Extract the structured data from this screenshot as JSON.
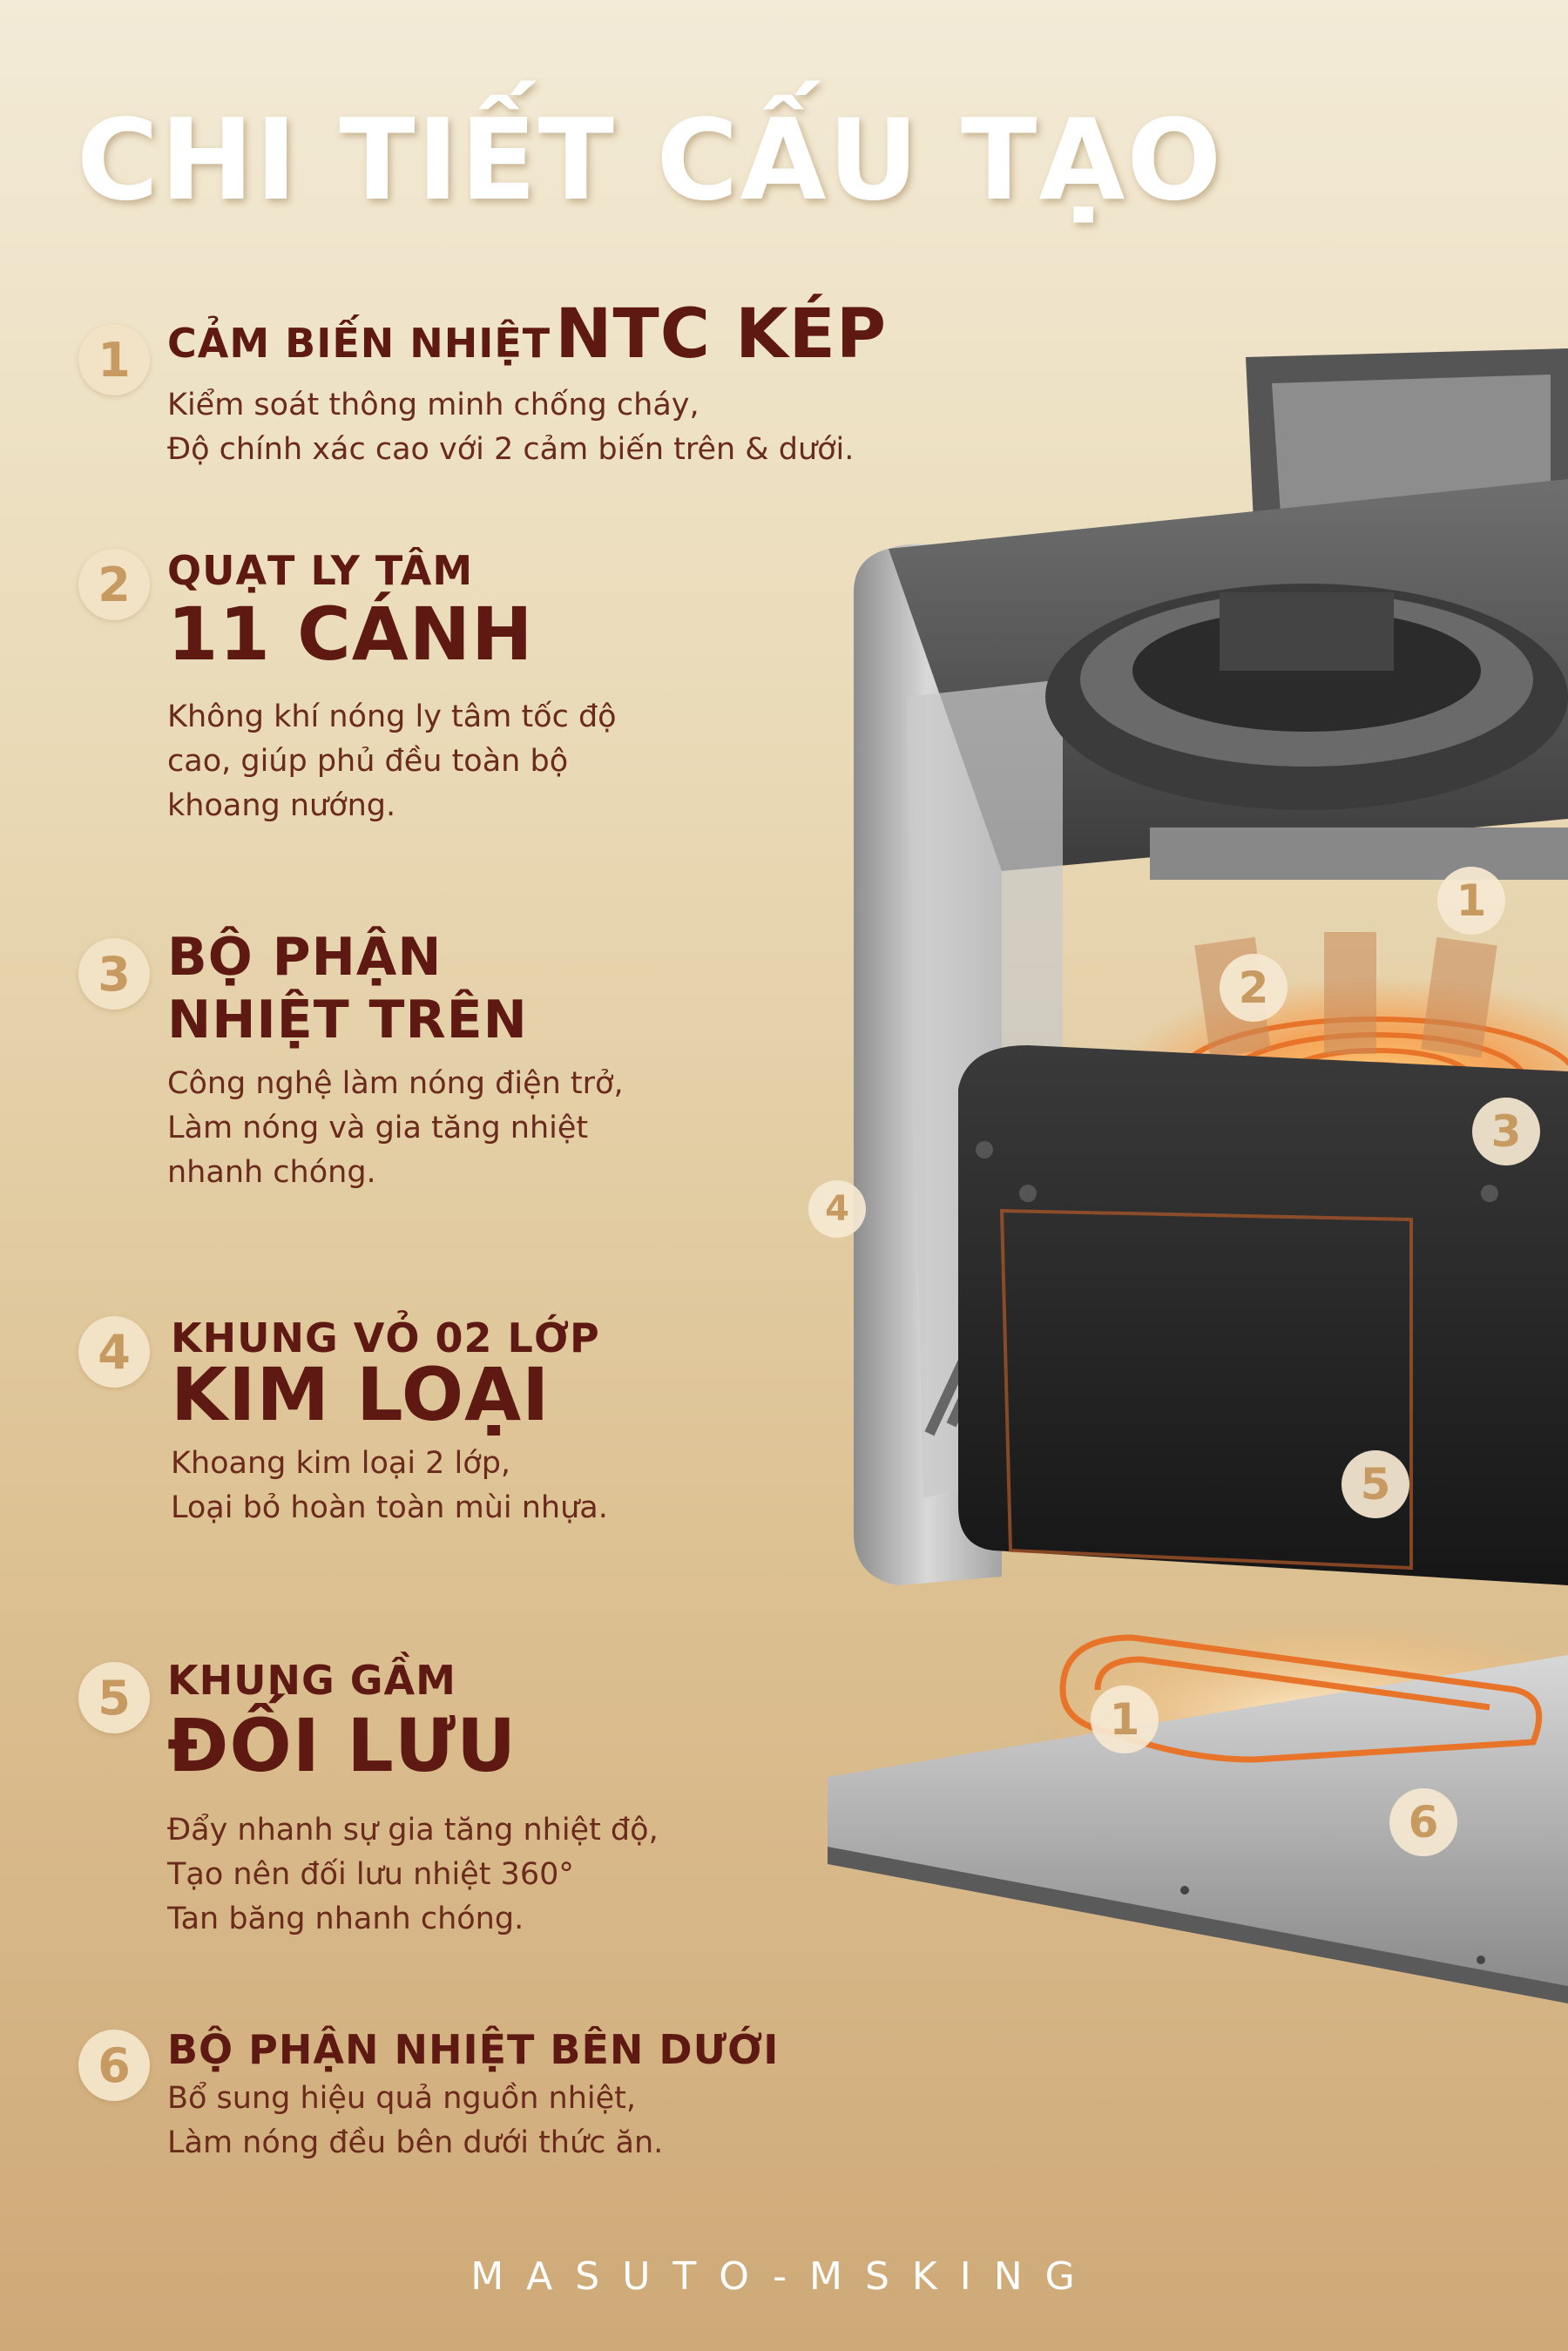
{
  "title": "CHI TIẾT CẤU TẠO",
  "features": [
    {
      "number": "1",
      "label_small": "CẢM BIẾN NHIỆT",
      "label_big": "NTC KÉP",
      "desc": [
        "Kiểm soát thông minh chống cháy,",
        "Độ chính xác cao với 2 cảm biến trên & dưới."
      ]
    },
    {
      "number": "2",
      "label_small": "QUẠT LY TÂM",
      "label_big": "11 CÁNH",
      "desc": [
        "Không khí nóng ly tâm tốc độ",
        "cao, giúp phủ đều toàn bộ",
        "khoang nướng."
      ]
    },
    {
      "number": "3",
      "label_line1": "BỘ PHẬN",
      "label_line2": "NHIỆT TRÊN",
      "desc": [
        "Công nghệ làm nóng điện trở,",
        "Làm nóng và gia tăng nhiệt",
        "nhanh chóng."
      ]
    },
    {
      "number": "4",
      "label_small": "KHUNG VỎ 02 LỚP",
      "label_big": "KIM LOẠI",
      "desc": [
        "Khoang kim loại 2 lớp,",
        "Loại bỏ hoàn toàn mùi nhựa."
      ]
    },
    {
      "number": "5",
      "label_small": "KHUNG GẦM",
      "label_big": "ĐỐI LƯU",
      "desc": [
        "Đẩy nhanh sự gia tăng nhiệt độ,",
        "Tạo nên đối lưu nhiệt 360°",
        "Tan băng nhanh chóng."
      ]
    },
    {
      "number": "6",
      "label_small": "BỘ PHẬN NHIỆT BÊN DƯỚI",
      "desc": [
        "Bổ sung hiệu quả nguồn nhiệt,",
        "Làm nóng đều bên dưới thức ăn."
      ]
    }
  ],
  "image_markers": [
    "1",
    "2",
    "3",
    "4",
    "5",
    "1",
    "6"
  ],
  "brand": "MASUTO-MSKING",
  "colors": {
    "heading": "#5e1a12",
    "badge_bg": "#f2e2c6",
    "badge_text": "#c79a62",
    "glow": "#ff8a2a"
  }
}
